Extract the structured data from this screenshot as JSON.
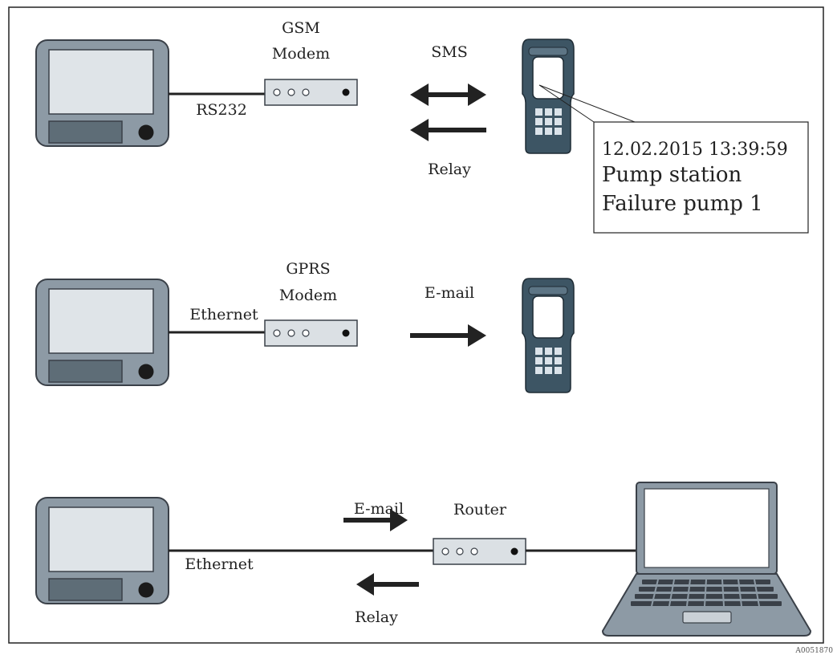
{
  "row1": {
    "modem_label_line1": "GSM",
    "modem_label_line2": "Modem",
    "link_label": "RS232",
    "top_label": "SMS",
    "bottom_label": "Relay"
  },
  "message": {
    "line1": "12.02.2015 13:39:59",
    "line2": "Pump station",
    "line3": "Failure pump 1"
  },
  "row2": {
    "modem_label_line1": "GPRS",
    "modem_label_line2": "Modem",
    "link_label": "Ethernet",
    "arrow_label": "E-mail"
  },
  "row3": {
    "link_label": "Ethernet",
    "top_label": "E-mail",
    "router_label": "Router",
    "bottom_label": "Relay"
  },
  "figure_id": "A0051870",
  "colors": {
    "device_frame": "#8d9aa5",
    "device_screen": "#dfe4e8",
    "device_keypad": "#5e6d77",
    "phone_body": "#3d5564",
    "modem_fill": "#dbe0e4",
    "arrow": "#222222"
  }
}
